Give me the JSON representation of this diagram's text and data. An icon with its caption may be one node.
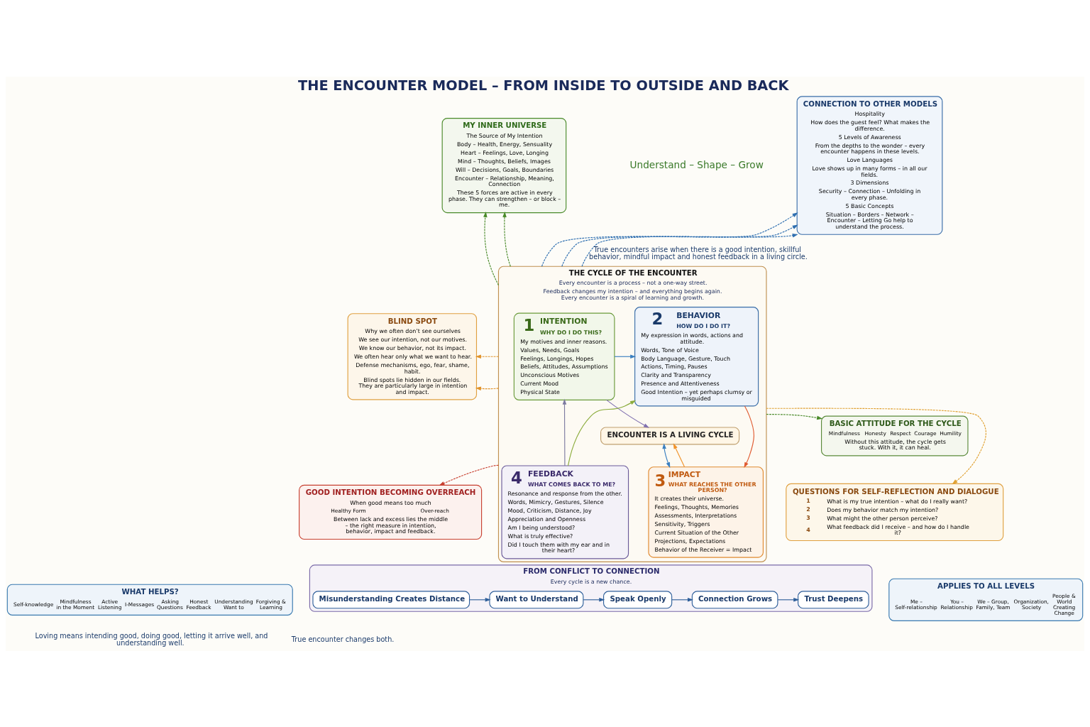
{
  "diagram": {
    "title": "THE ENCOUNTER MODEL – FROM INSIDE TO OUTSIDE AND BACK",
    "nodes": [
      {
        "text": [
          "MY INNER UNIVERSE",
          "The Source of My Intention",
          "Body – Health, Energy, Sensuality",
          "Heart – Feelings, Love, Longing",
          "Mind – Thoughts, Beliefs, Images",
          "Will – Decisions, Goals, Boundaries",
          "Encounter – Relationship, Meaning, Connection",
          "These 5 forces are active in every phase. They can strengthen – or block – me."
        ]
      },
      {
        "text": [
          "BLIND SPOT",
          "Why we often don’t see ourselves",
          "We see our intention, not our motives.",
          "We know our behavior, not its impact.",
          "We often hear only what we want to hear.",
          "Defense mechanisms, ego, fear, shame, habit.",
          "Blind spots lie hidden in our fields. They are particularly large in intention and impact."
        ]
      },
      {
        "text": [
          "GOOD INTENTION BECOMING OVERREACH",
          "When good means too much",
          "Healthy Form",
          "Over-reach",
          "Between lack and excess lies the middle – the right measure in intention, behavior, impact and feedback."
        ]
      },
      {
        "text": [
          "THE CYCLE OF THE ENCOUNTER",
          "Every encounter is a process – not a one-way street.",
          "Feedback changes my intention – and everything begins again. Every encounter is a spiral of learning and growth."
        ]
      },
      {
        "text": [
          "1",
          "INTENTION",
          "WHY DO I DO THIS?",
          "My motives and inner reasons.",
          "Values, Needs, Goals",
          "Feelings, Longings, Hopes",
          "Beliefs, Attitudes, Assumptions",
          "Unconscious Motives",
          "Current Mood",
          "Physical State"
        ],
        "in": 3
      },
      {
        "text": [
          "2",
          "BEHAVIOR",
          "HOW DO I DO IT?",
          "My expression in words, actions and attitude.",
          "Words, Tone of Voice",
          "Body Language, Gesture, Touch",
          "Actions, Timing, Pauses",
          "Clarity and Transparency",
          "Presence and Attentiveness",
          "Good Intention – yet perhaps clumsy or misguided"
        ],
        "in": 3
      },
      {
        "text": [
          "ENCOUNTER IS A LIVING CYCLE"
        ],
        "in": 3
      },
      {
        "text": [
          "4",
          "FEEDBACK",
          "WHAT COMES BACK TO ME?",
          "Resonance and response from the other.",
          "Words, Mimicry, Gestures, Silence",
          "Mood, Criticism, Distance, Joy",
          "Appreciation and Openness",
          "Am I being understood?",
          "What is truly effective?",
          "Did I touch them with my ear and in their heart?"
        ],
        "in": 3
      },
      {
        "text": [
          "3",
          "IMPACT",
          "WHAT REACHES THE OTHER PERSON?",
          "It creates their universe.",
          "Feelings, Thoughts, Memories",
          "Assessments, Interpretations",
          "Sensitivity, Triggers",
          "Current Situation of the Other",
          "Projections, Expectations",
          "Behavior of the Receiver = Impact"
        ],
        "in": 3
      },
      {
        "text": [
          "CONNECTION TO OTHER MODELS",
          "Hospitality",
          "How does the guest feel? What makes the difference.",
          "5 Levels of Awareness",
          "From the depths to the wonder – every encounter happens in these levels.",
          "Love Languages",
          "Love shows up in many forms – in all our fields.",
          "3 Dimensions",
          "Security – Connection – Unfolding in every phase.",
          "5 Basic Concepts",
          "Situation – Borders – Network – Encounter – Letting Go help to understand the process."
        ]
      },
      {
        "text": [
          "BASIC ATTITUDE FOR THE CYCLE",
          "Mindfulness",
          "Honesty",
          "Respect",
          "Courage",
          "Humility",
          "Without this attitude, the cycle gets stuck. With it, it can heal."
        ]
      },
      {
        "text": [
          "QUESTIONS FOR SELF-REFLECTION AND DIALOGUE",
          "1",
          "What is my true intention – what do I really want?",
          "2",
          "Does my behavior match my intention?",
          "3",
          "What might the other person perceive?",
          "4",
          "What feedback did I receive – and how do I handle it?"
        ]
      },
      {
        "text": [
          "WHAT HELPS?",
          "Self-knowledge",
          "Mindfulness in the Moment",
          "Active Listening",
          "I-Messages",
          "Asking Questions",
          "Honest Feedback",
          "Understanding Want to",
          "Forgiving & Learning"
        ]
      },
      {
        "text": [
          "FROM CONFLICT TO CONNECTION",
          "Every cycle is a new chance."
        ]
      },
      {
        "text": [
          "Misunderstanding Creates Distance"
        ],
        "in": 13
      },
      {
        "text": [
          "Want to Understand"
        ],
        "in": 13
      },
      {
        "text": [
          "Speak Openly"
        ],
        "in": 13
      },
      {
        "text": [
          "Connection Grows"
        ],
        "in": 13
      },
      {
        "text": [
          "Trust Deepens"
        ],
        "in": 13
      },
      {
        "text": [
          "APPLIES TO ALL LEVELS",
          "Me – Self-relationship",
          "You – Relationship",
          "We – Group, Family, Team",
          "Organization, Society",
          "People & World Creating Change"
        ]
      }
    ],
    "edges": [
      {
        "from": 4,
        "to": 5,
        "arrow": "to",
        "color": "#3a7fc0"
      },
      {
        "from": 5,
        "to": 8,
        "arrow": "to",
        "color": "#e05a30"
      },
      {
        "from": 8,
        "to": 6,
        "arrow": "to",
        "color": "#f0922a"
      },
      {
        "from": 4,
        "to": 6,
        "arrow": "to",
        "color": "#8070b0"
      },
      {
        "from": 7,
        "to": 4,
        "arrow": "to",
        "color": "#7c7aa0"
      },
      {
        "from": 7,
        "to": 5,
        "arrow": "to",
        "color": "#8aab3a"
      },
      {
        "from": 6,
        "to": 8,
        "arrow": "both",
        "color": "#3a7fc0"
      },
      {
        "from": 3,
        "to": 0,
        "arrow": "to",
        "style": "dashed",
        "color": "#4a8a2a"
      },
      {
        "from": 3,
        "to": 0,
        "arrow": "to",
        "style": "dashed",
        "color": "#4a8a2a"
      },
      {
        "from": 3,
        "to": 1,
        "arrow": "to",
        "style": "dashed",
        "color": "#e0922a"
      },
      {
        "from": 3,
        "to": 1,
        "arrow": "to",
        "style": "dashed",
        "color": "#e0922a"
      },
      {
        "from": 3,
        "to": 2,
        "arrow": "to",
        "style": "dashed",
        "color": "#c84030"
      },
      {
        "from": 3,
        "to": 9,
        "arrow": "to",
        "style": "dashed",
        "color": "#2f6fb0"
      },
      {
        "from": 3,
        "to": 9,
        "arrow": "to",
        "style": "dashed",
        "color": "#2f6fb0"
      },
      {
        "from": 3,
        "to": 9,
        "arrow": "to",
        "style": "dashed",
        "color": "#2f6fb0"
      },
      {
        "from": 3,
        "to": 10,
        "arrow": "to",
        "style": "dashed",
        "color": "#4a8a2a"
      },
      {
        "from": 3,
        "to": 11,
        "arrow": "to",
        "style": "dashed",
        "color": "#e0a030"
      },
      {
        "from": 14,
        "to": 15,
        "arrow": "to"
      },
      {
        "from": 15,
        "to": 16,
        "arrow": "to"
      },
      {
        "from": 16,
        "to": 17,
        "arrow": "to"
      },
      {
        "from": 17,
        "to": 18,
        "arrow": "to"
      }
    ],
    "labels": [
      "Understand – Shape – Grow",
      "True encounters arise when there is a good intention, skillful behavior, mindful impact and honest feedback in a living circle.",
      "Loving means intending good, doing good, letting it arrive well, and understanding well.",
      "True encounter changes both."
    ]
  }
}
